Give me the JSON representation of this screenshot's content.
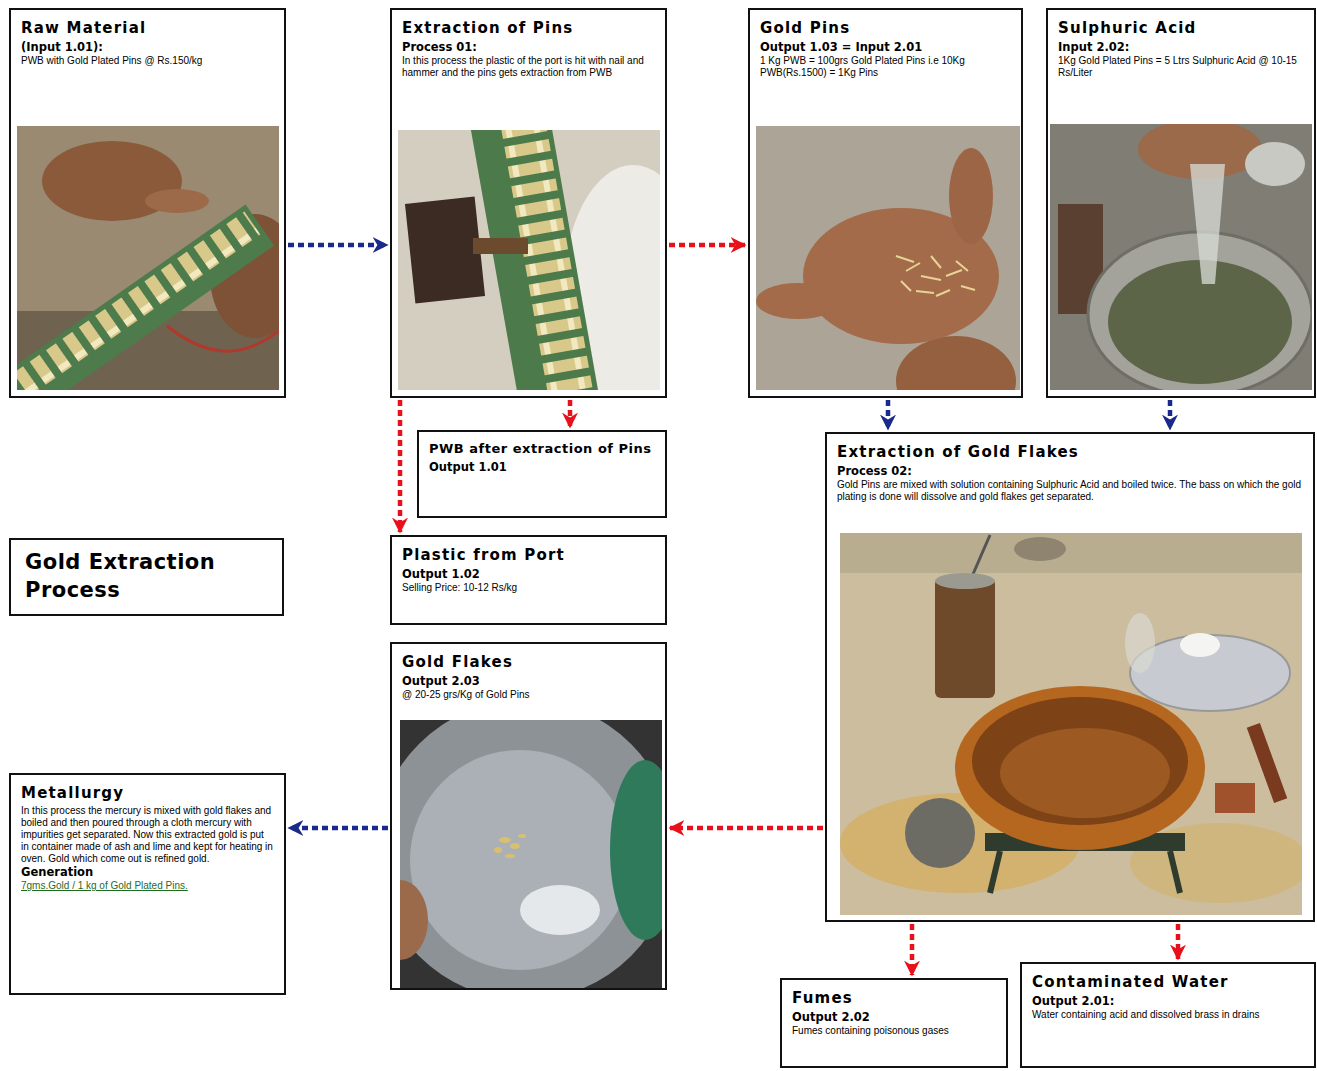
{
  "diagram": {
    "title": "Gold Extraction Process",
    "nodes": [
      {
        "text": [
          "Raw Material",
          "(Input 1.01):",
          "PWB with Gold Plated Pins @ Rs.150/kg"
        ]
      },
      {
        "text": [
          "Extraction of Pins",
          "Process 01:",
          "In this process the plastic of the port is hit with nail and hammer and the pins gets extraction from PWB"
        ]
      },
      {
        "text": [
          "Gold Pins",
          "Output 1.03 = Input 2.01",
          "1 Kg PWB = 100grs Gold Plated Pins i.e 10Kg PWB(Rs.1500) = 1Kg Pins"
        ]
      },
      {
        "text": [
          "Sulphuric Acid",
          "Input 2.02:",
          "1Kg Gold Plated Pins = 5 Ltrs Sulphuric Acid @ 10-15 Rs/Liter"
        ]
      },
      {
        "text": [
          "PWB after extraction of Pins",
          "Output 1.01"
        ]
      },
      {
        "text": [
          "Extraction of Gold Flakes",
          "Process 02:",
          "Gold Pins are mixed with solution containing Sulphuric Acid and boiled twice. The bass on which the gold plating is done will dissolve and gold flakes get separated."
        ]
      },
      {
        "text": [
          "Plastic from Port",
          "Output 1.02",
          "Selling Price: 10-12 Rs/kg"
        ]
      },
      {
        "text": [
          "Gold Flakes",
          "Output 2.03",
          "@ 20-25 grs/Kg of Gold Pins"
        ]
      },
      {
        "text": [
          "Metallurgy",
          "In this process the mercury is mixed with gold flakes and boiled and then poured through a cloth mercury with impurities get separated. Now this extracted gold is put in container made of ash and lime and kept for heating in oven. Gold which come out is refined gold.",
          "Generation",
          "7gms.Gold / 1 kg of Gold Plated Pins."
        ]
      },
      {
        "text": [
          "Fumes",
          "Output 2.02",
          "Fumes containing poisonous gases"
        ]
      },
      {
        "text": [
          "Contaminated Water",
          "Output 2.01:",
          "Water containing acid and dissolved brass in drains"
        ]
      }
    ],
    "edges": [
      {
        "from": 0,
        "to": 1,
        "arrow": "to"
      },
      {
        "from": 1,
        "to": 2,
        "arrow": "to"
      },
      {
        "from": 1,
        "to": 4,
        "arrow": "to"
      },
      {
        "from": 1,
        "to": 6,
        "arrow": "to"
      },
      {
        "from": 2,
        "to": 5,
        "arrow": "to"
      },
      {
        "from": 3,
        "to": 5,
        "arrow": "to"
      },
      {
        "from": 5,
        "to": 7,
        "arrow": "to"
      },
      {
        "from": 7,
        "to": 8,
        "arrow": "to"
      },
      {
        "from": 5,
        "to": 9,
        "arrow": "to"
      },
      {
        "from": 5,
        "to": 10,
        "arrow": "to"
      }
    ]
  }
}
